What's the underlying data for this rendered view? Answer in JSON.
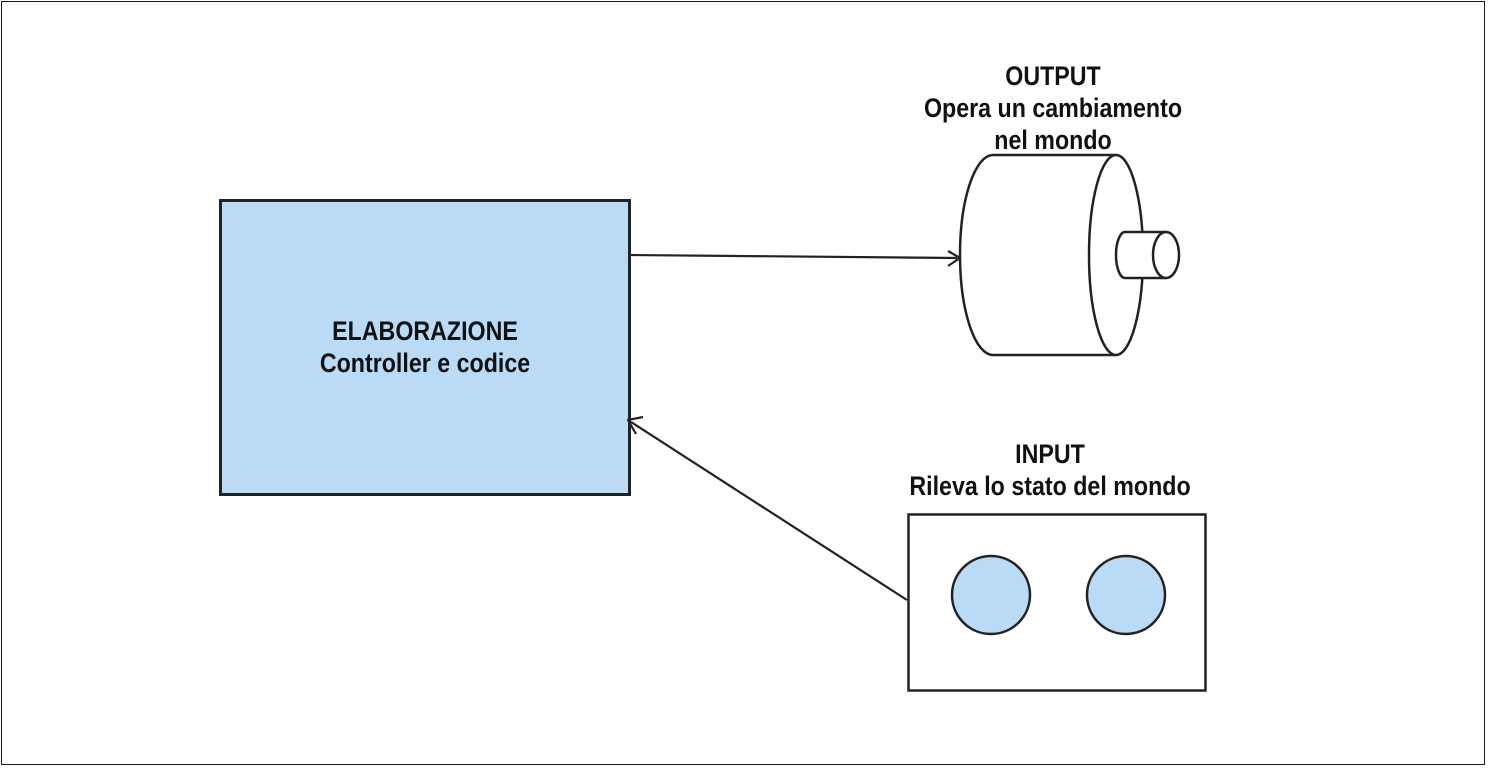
{
  "processing": {
    "title": "ELABORAZIONE",
    "subtitle": "Controller e codice"
  },
  "output": {
    "title": "OUTPUT",
    "line1": "Opera un cambiamento",
    "line2": "nel mondo"
  },
  "input": {
    "title": "INPUT",
    "subtitle": "Rileva lo stato del mondo"
  },
  "colors": {
    "fill": "#b9dbf6",
    "stroke": "#222222",
    "background": "#ffffff"
  }
}
